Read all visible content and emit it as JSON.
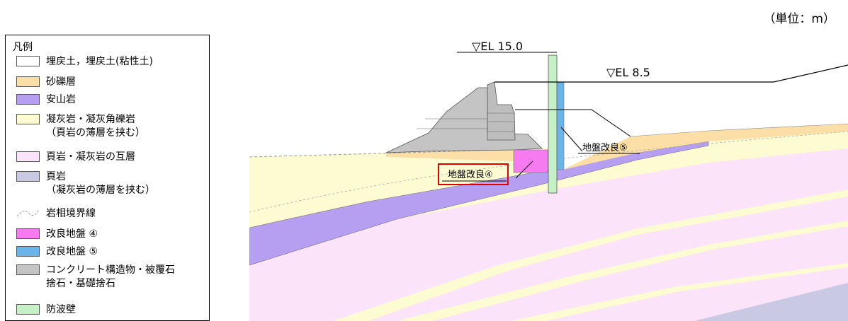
{
  "unit_label": "（単位：m）",
  "legend": {
    "title": "凡例",
    "items": [
      {
        "label": "埋戻土，埋戻土(粘性土)",
        "color": "#ffffff",
        "name": "legend-backfill"
      },
      {
        "label": "砂礫層",
        "color": "#fbdfa6",
        "name": "legend-gravel"
      },
      {
        "label": "安山岩",
        "color": "#b69ef0",
        "name": "legend-andesite"
      },
      {
        "label": "凝灰岩・凝灰角礫岩\n（頁岩の薄層を挟む）",
        "color": "#fdfbd2",
        "name": "legend-tuff"
      },
      {
        "label": "頁岩・凝灰岩の互層",
        "color": "#fbe4f9",
        "name": "legend-shale-tuff"
      },
      {
        "label": "頁岩\n（凝灰岩の薄層を挟む）",
        "color": "#c9c9e4",
        "name": "legend-shale"
      },
      {
        "label": "岩相境界線",
        "color": "#9a9a9a",
        "name": "legend-boundary-line"
      },
      {
        "label": "改良地盤 ④",
        "color": "#f77bf0",
        "name": "legend-improved-4"
      },
      {
        "label": "改良地盤 ⑤",
        "color": "#6ab4ea",
        "name": "legend-improved-5"
      },
      {
        "label": "コンクリート構造物・被覆石\n捨石・基礎捨石",
        "color": "#c4c4c4",
        "name": "legend-concrete"
      },
      {
        "label": "防波壁",
        "color": "#c6f0c6",
        "name": "legend-seawall"
      }
    ]
  },
  "diagram": {
    "el_high": "▽EL 15.0",
    "el_low": "▽EL 8.5",
    "label_improved_5": "地盤改良⑤",
    "label_improved_4": "地盤改良④"
  }
}
